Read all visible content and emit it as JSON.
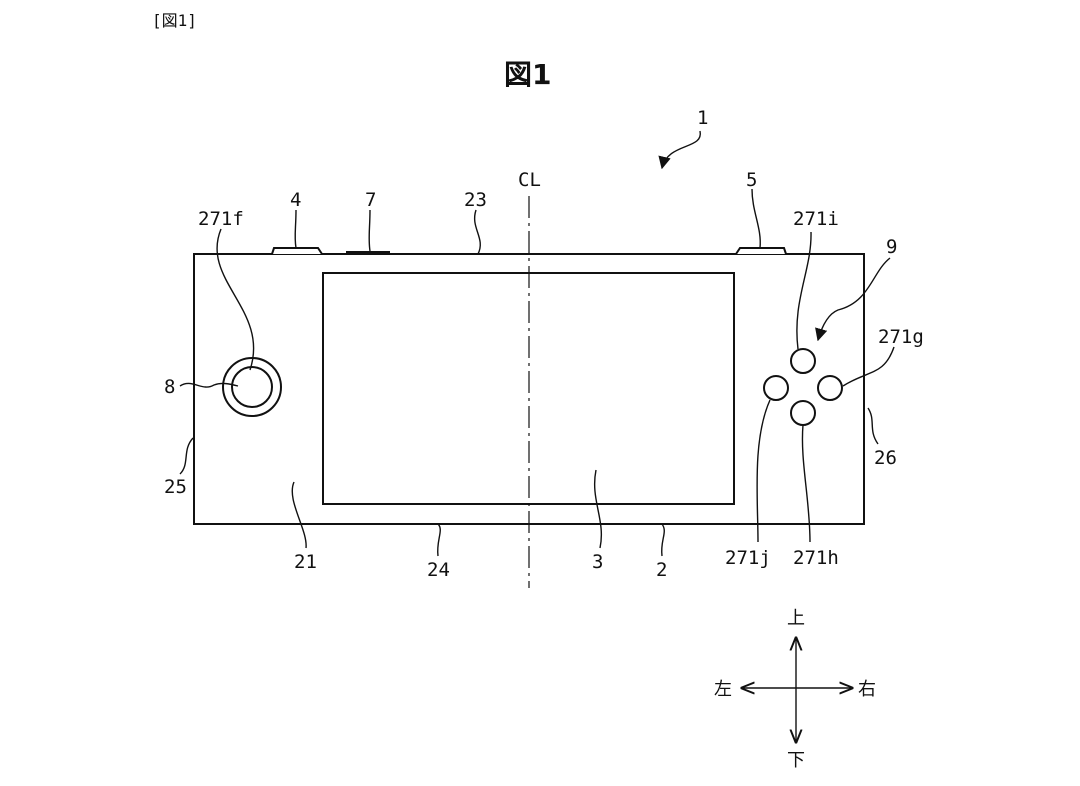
{
  "header_label": "[図1]",
  "figure_title": "図1",
  "labels": {
    "device": "1",
    "body": "2",
    "display": "3",
    "l_button": "4",
    "r_button": "5",
    "power_button": "7",
    "stick": "8",
    "button_group": "9",
    "left_area": "21",
    "top_side": "23",
    "bottom_side": "24",
    "left_side": "25",
    "right_side": "26",
    "centerline": "CL",
    "stick_ring": "271f",
    "button_right": "271g",
    "button_bottom": "271h",
    "button_top": "271i",
    "button_left": "271j"
  },
  "directions": {
    "up": "上",
    "down": "下",
    "left": "左",
    "right": "右"
  }
}
